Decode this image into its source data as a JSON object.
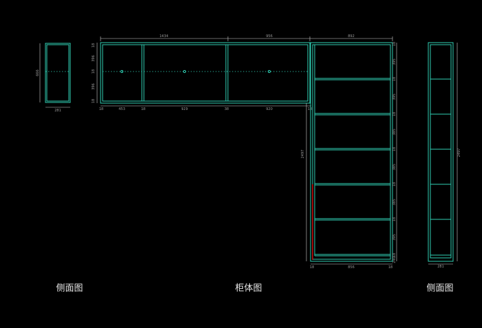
{
  "captions": {
    "left_side": "侧面图",
    "cabinet": "柜体图",
    "right_side": "侧面图"
  },
  "colors": {
    "background": "#000000",
    "outline": "#2fd1b5",
    "dimension": "#cfcfcf",
    "accent": "#e01010"
  },
  "dims": {
    "left_side_width": "281",
    "left_side_height": "666",
    "top_overall_1": "1434",
    "top_overall_2": "956",
    "top_overall_3": "892",
    "upper_rows": [
      "18",
      "396",
      "18",
      "396",
      "18"
    ],
    "upper_bottom": [
      "18",
      "453",
      "18",
      "929",
      "38",
      "920",
      "18"
    ],
    "tall_height": "2497",
    "tall_rows": [
      "18",
      "395",
      "18",
      "395",
      "18",
      "385",
      "18",
      "385",
      "18",
      "385",
      "18",
      "395",
      "18",
      "395",
      "240"
    ],
    "tall_bottom": [
      "18",
      "856",
      "18"
    ],
    "right_side_width": "281",
    "right_side_height": "2497"
  }
}
